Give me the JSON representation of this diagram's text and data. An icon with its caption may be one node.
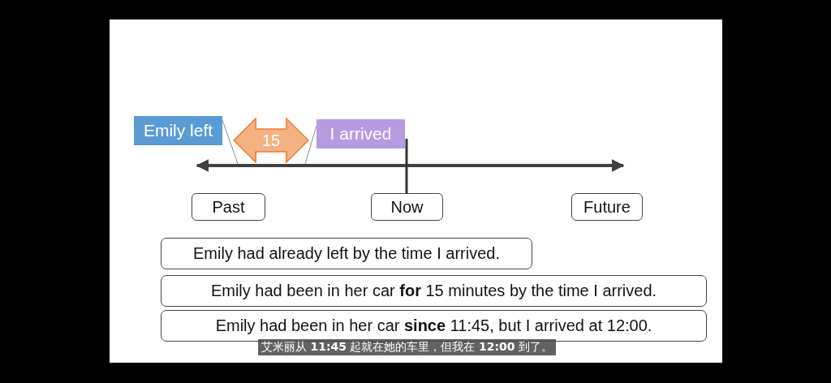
{
  "diagram": {
    "caption": "艾米丽从 **11:45** 起就在她的车里，但我在 **12:00** 到了。",
    "nodes": [
      {
        "text": [
          "Emily left"
        ]
      },
      {
        "text": [
          "15"
        ]
      },
      {
        "text": [
          "I arrived"
        ]
      },
      {
        "text": [
          "Past"
        ]
      },
      {
        "text": [
          "Now"
        ]
      },
      {
        "text": [
          "Future"
        ]
      },
      {
        "text": [
          "Emily had already left by the time I arrived."
        ]
      },
      {
        "text": [
          "Emily had been in her car **for** 15 minutes by the time I arrived."
        ]
      },
      {
        "text": [
          "Emily had been in her car **since** 11:45, but I arrived at 12:00."
        ]
      }
    ],
    "edges": [
      {
        "from": 0,
        "to": null,
        "arrow": "none"
      },
      {
        "from": 2,
        "to": null,
        "arrow": "none"
      },
      {
        "from": 2,
        "to": 4,
        "arrow": "none",
        "color": "#333333",
        "style": "thick"
      }
    ]
  }
}
